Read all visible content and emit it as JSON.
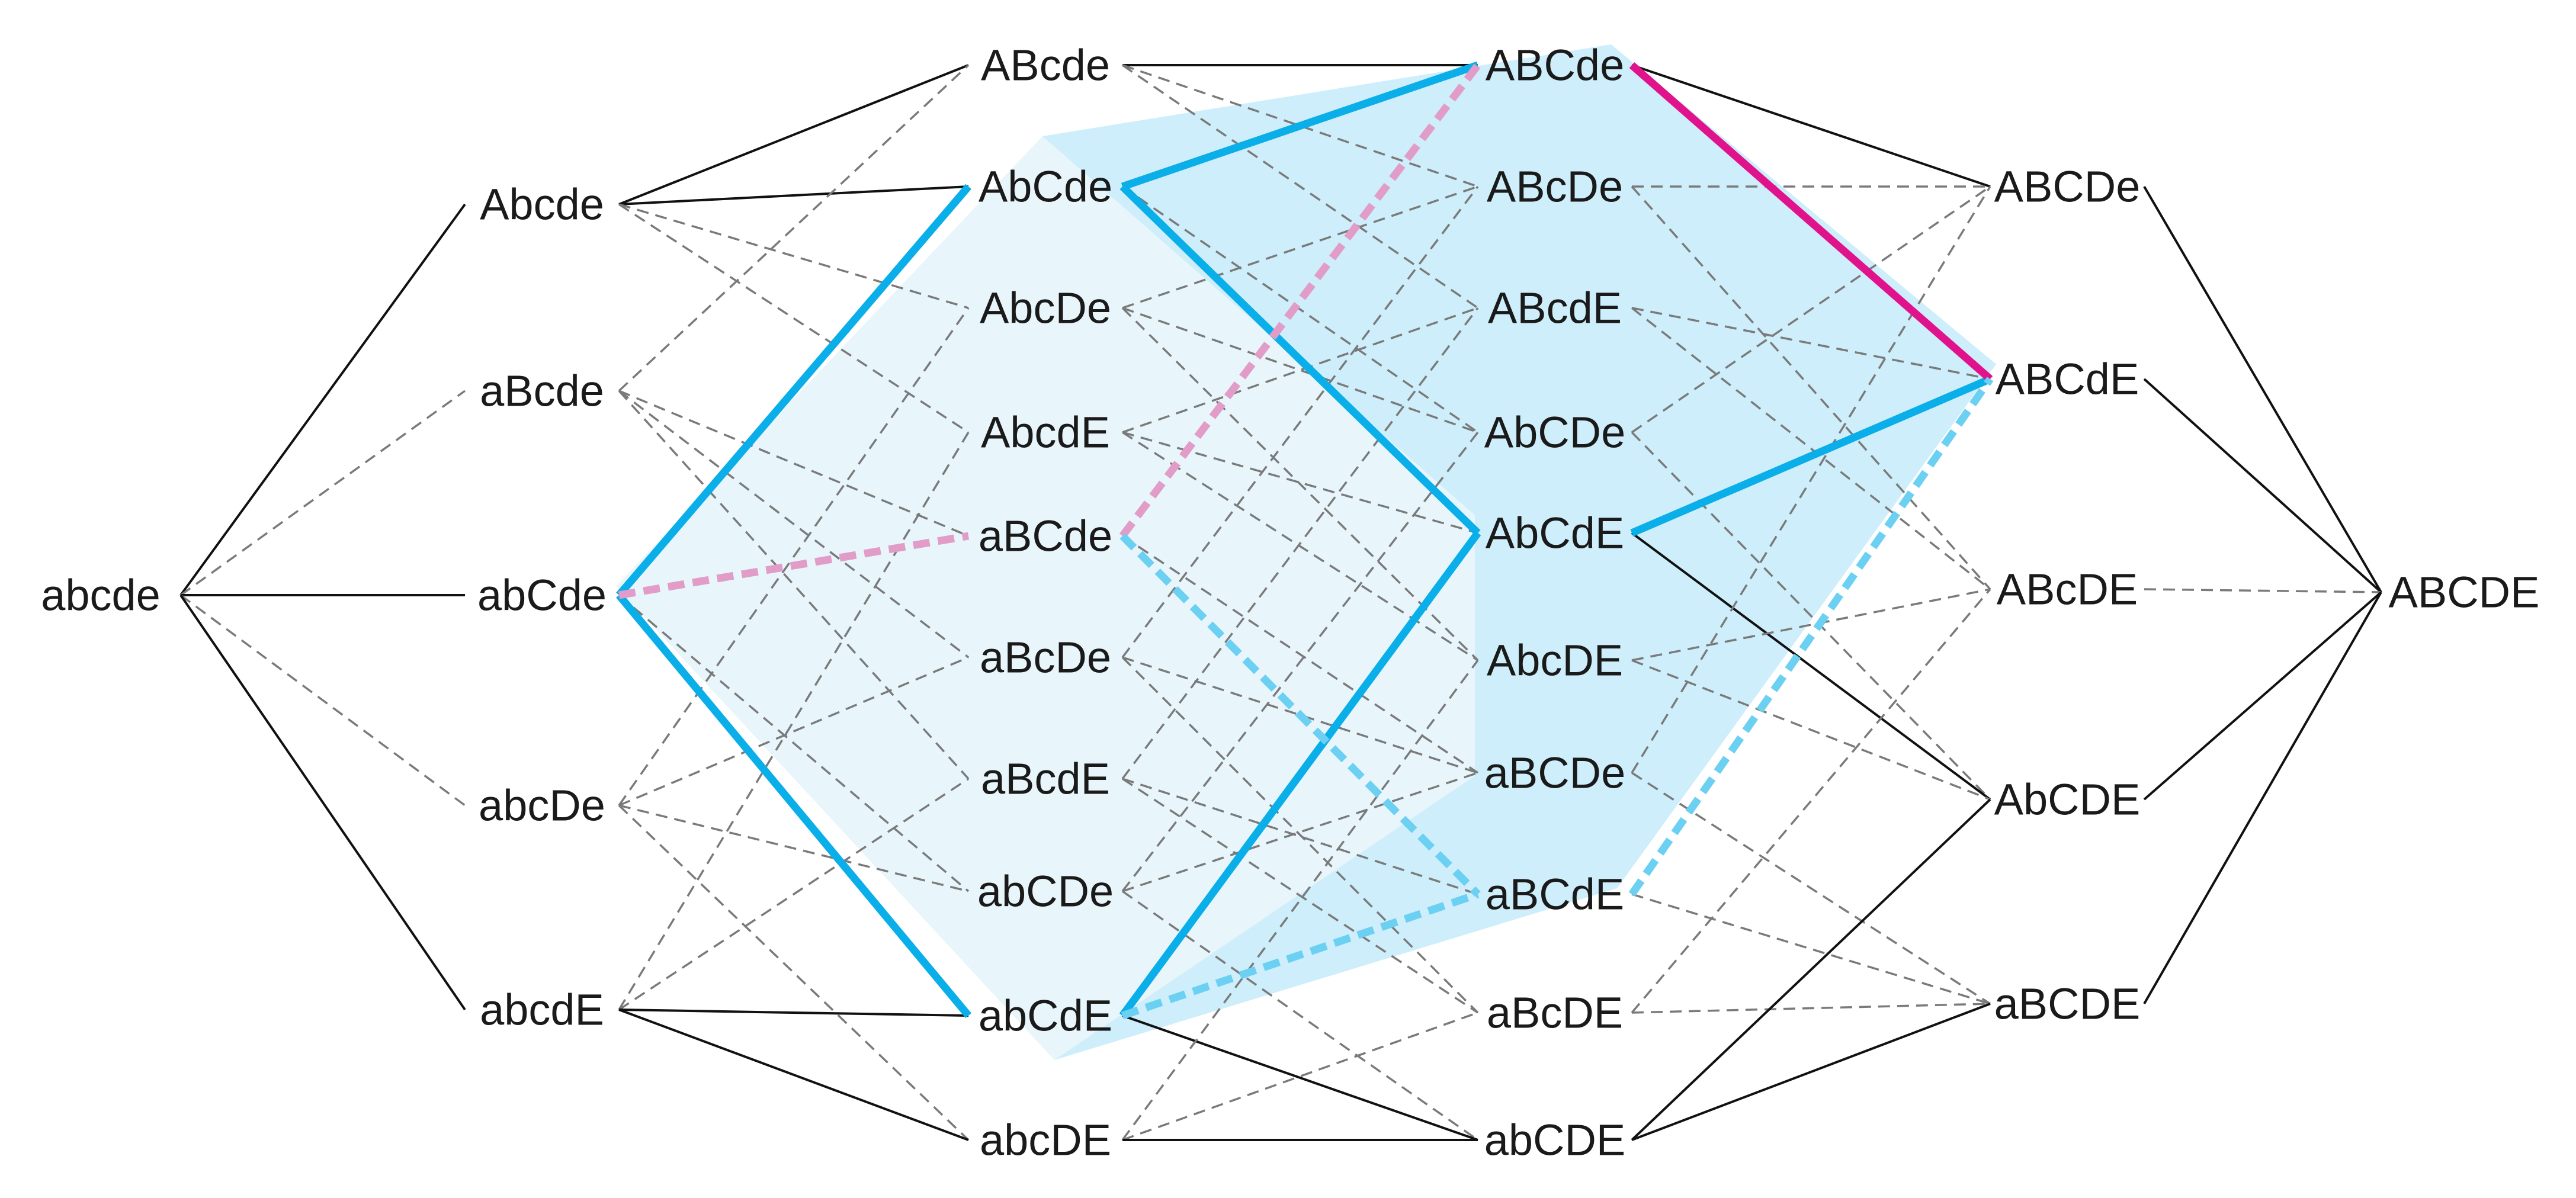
{
  "colors": {
    "solid_edge": "#111111",
    "dashed_edge": "#7a7a7a",
    "path_blue": "#0aaee8",
    "path_blue_dashed": "#6cd0f2",
    "path_magenta": "#e0128c",
    "path_pink_dashed": "#e29cc8",
    "face_light": "#e8f6fc",
    "face_medium": "#cdeefa"
  },
  "nodes": {
    "abcde": "abcde",
    "Abcde": "Abcde",
    "aBcde": "aBcde",
    "abCde": "abCde",
    "abcDe": "abcDe",
    "abcdE": "abcdE",
    "ABcde": "ABcde",
    "AbCde": "AbCde",
    "AbcDe": "AbcDe",
    "AbcdE": "AbcdE",
    "aBCde": "aBCde",
    "aBcDe": "aBcDe",
    "aBcdE": "aBcdE",
    "abCDe": "abCDe",
    "abCdE": "abCdE",
    "abcDE": "abcDE",
    "ABCde": "ABCde",
    "ABcDe": "ABcDe",
    "ABcdE": "ABcdE",
    "AbCDe": "AbCDe",
    "AbCdE": "AbCdE",
    "AbcDE": "AbcDE",
    "aBCDe": "aBCDe",
    "aBCdE": "aBCdE",
    "aBcDE": "aBcDE",
    "abCDE": "abCDE",
    "ABCDe": "ABCDe",
    "ABCdE": "ABCdE",
    "ABcDE": "ABcDE",
    "AbCDE": "AbCDE",
    "aBCDE": "aBCDE",
    "ABCDE": "ABCDE"
  }
}
